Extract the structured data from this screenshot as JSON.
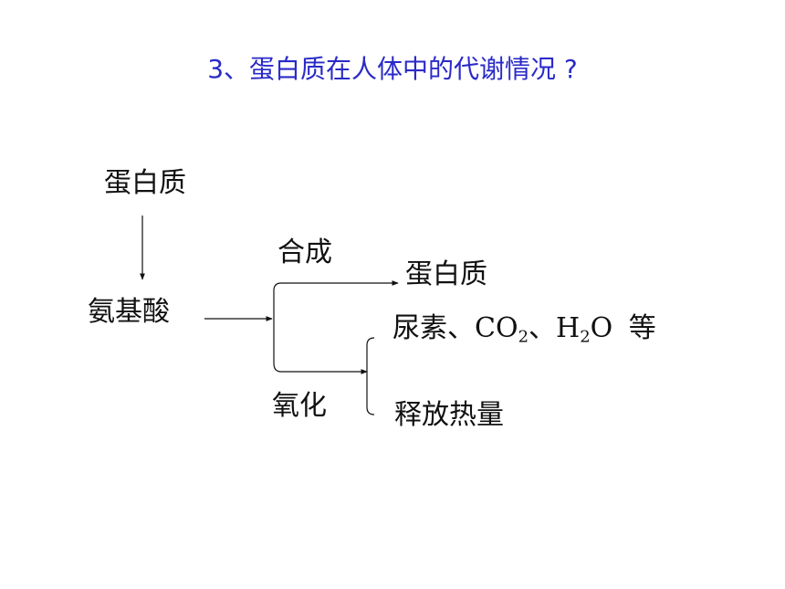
{
  "title": "3、蛋白质在人体中的代谢情况 ?",
  "nodes": {
    "protein_top": "蛋白质",
    "amino_acid": "氨基酸",
    "synthesis_label": "合成",
    "protein_right": "蛋白质",
    "oxidation_label": "氧化",
    "release_heat": "释放热量"
  },
  "products": {
    "urea": "尿素、",
    "co2_base": "CO",
    "co2_sub": "2",
    "sep": "、",
    "h2o_h": "H",
    "h2o_sub": "2",
    "h2o_o": "O",
    "etc": "等"
  }
}
